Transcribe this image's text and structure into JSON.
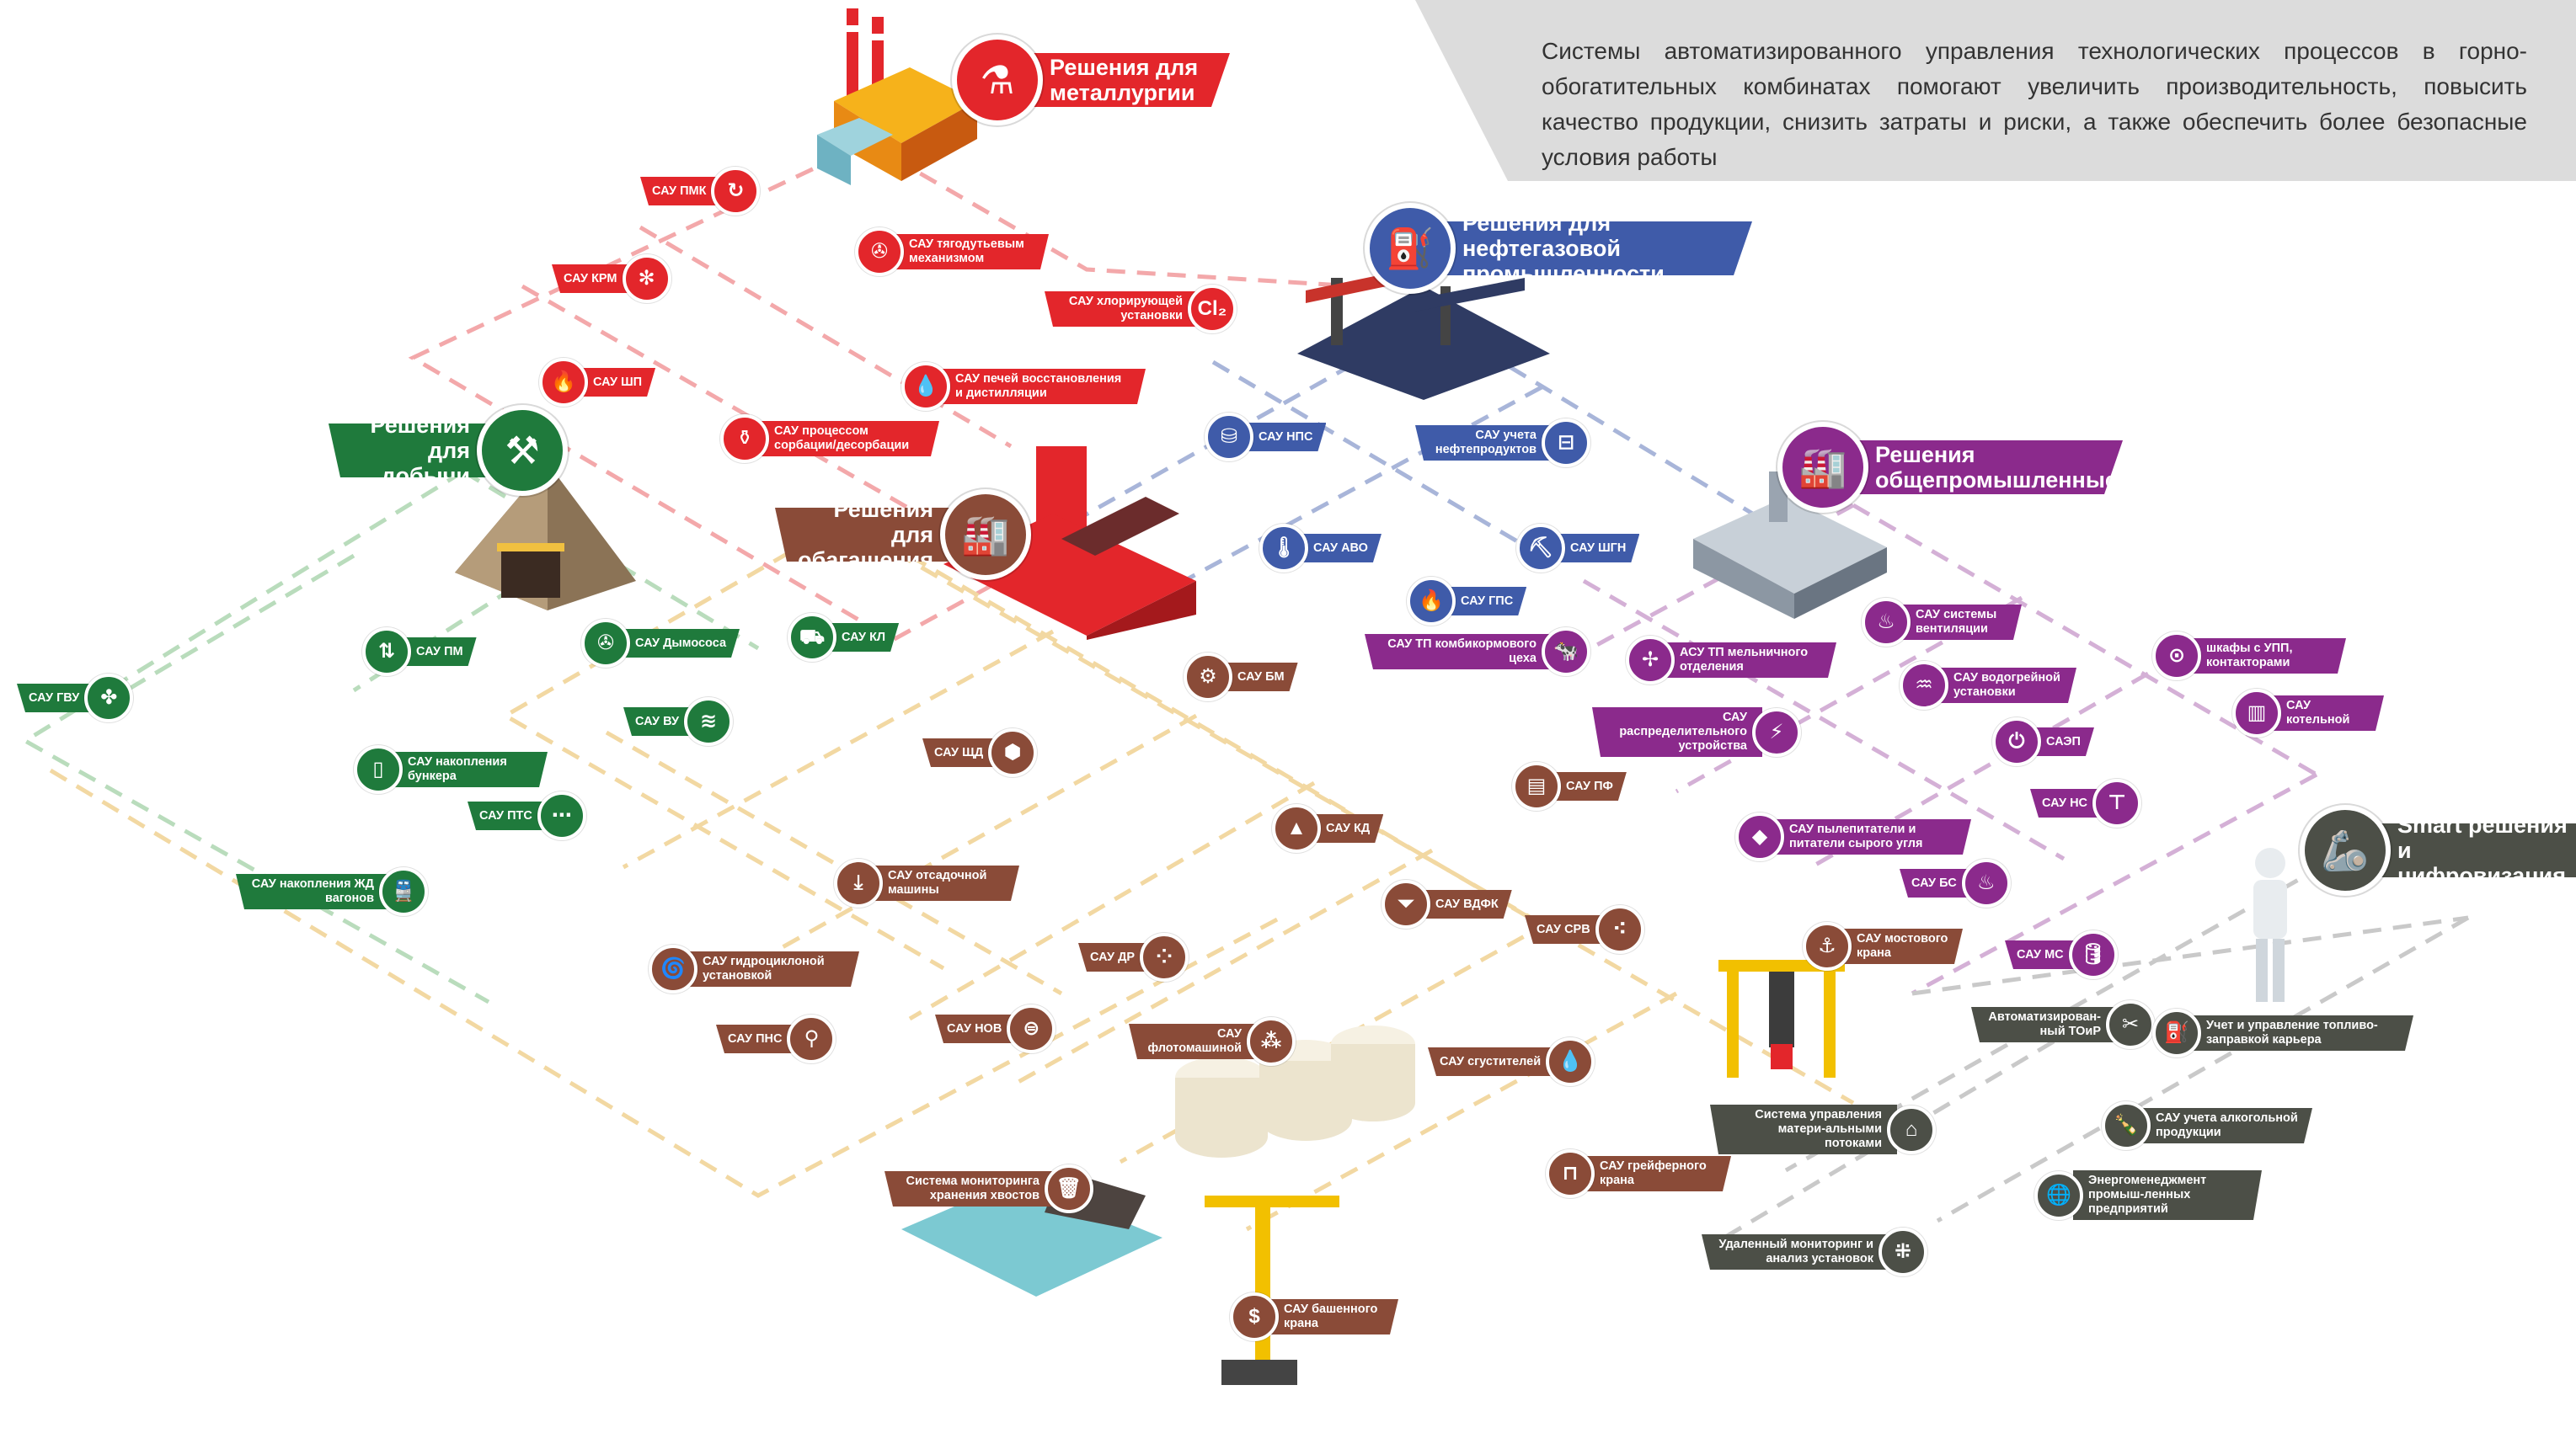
{
  "intro": "Системы автоматизированного управления технологических процессов в горно-обогатительных комбинатах помогают увеличить производительность, повысить качество продукции, снизить затраты и риски, а также обеспечить более безопасные условия работы",
  "colors": {
    "metallurgy": "#e3262b",
    "oilgas": "#3f5ba9",
    "mining": "#1f7a3c",
    "enrichment": "#8a4b38",
    "general": "#8b2a8c",
    "smart": "#4c4f47"
  },
  "categories": {
    "metallurgy": {
      "label": "Решения для металлургии",
      "icon": "ladle-icon"
    },
    "oilgas": {
      "label": "Решения для нефтегазовой промышленности",
      "icon": "oil-rig-icon"
    },
    "mining": {
      "label": "Решения для добычи",
      "icon": "pickaxe-hammer-icon"
    },
    "enrichment": {
      "label": "Решения для обагащения",
      "icon": "factory-icon"
    },
    "general": {
      "label": "Решения общепромышленные",
      "icon": "plant-icon"
    },
    "smart": {
      "label": "Smart решения и цифровизация",
      "icon": "robot-arm-icon"
    }
  },
  "labels": {
    "sau_pmk": "САУ ПМК",
    "sau_krm": "САУ КРМ",
    "sau_shp": "САУ ШП",
    "sau_tyagodut": "САУ тягодутьевым механизмом",
    "sau_chlor": "САУ хлорирующей установки",
    "sau_pechey": "САУ печей восстановления и дистилляции",
    "sau_sorb": "САУ процессом сорбации/десорбации",
    "sau_nps": "САУ НПС",
    "sau_neft": "САУ учета нефтепродуктов",
    "sau_avo": "САУ АВО",
    "sau_gps": "САУ ГПС",
    "sau_shgn": "САУ ШГН",
    "sau_gvu": "САУ ГВУ",
    "sau_pm": "САУ ПМ",
    "sau_dymosos": "САУ Дымососа",
    "sau_kl": "САУ КЛ",
    "sau_vu": "САУ ВУ",
    "sau_bunker": "САУ накопления бункера",
    "sau_pts": "САУ ПТС",
    "sau_zhd": "САУ накопления ЖД вагонов",
    "sau_bm": "САУ БМ",
    "sau_shd": "САУ ЩД",
    "sau_kd": "САУ КД",
    "sau_otsad": "САУ отсадочной машины",
    "sau_dr": "САУ ДР",
    "sau_gidro": "САУ гидроциклоной установкой",
    "sau_pns": "САУ ПНС",
    "sau_nov": "САУ НОВ",
    "sau_flot": "САУ флотомашиной",
    "sau_vdfk": "САУ ВДФК",
    "sau_pf": "САУ ПФ",
    "sau_srv": "САУ СРВ",
    "sau_sgust": "САУ сгустителей",
    "sau_most": "САУ мостового крана",
    "sau_graif": "САУ грейферного крана",
    "sau_bash": "САУ башенного крана",
    "sys_hvost": "Система мониторинга хранения хвостов",
    "sau_tp_komb": "САУ ТП комбикормового цеха",
    "asu_tp_mel": "АСУ ТП мельничного отделения",
    "sau_raspr": "САУ распределительного устройства",
    "sau_vent": "САУ системы вентиляции",
    "sau_vodogr": "САУ водогрейной установки",
    "sau_saep": "САЭП",
    "sau_pyle": "САУ пылепитатели и питатели сырого угля",
    "shkafy": "шкафы с УПП, контакторами",
    "sau_kotel": "САУ котельной",
    "sau_ns": "САУ НС",
    "sau_bs": "САУ БС",
    "sau_ms": "САУ МС",
    "auto_toir": "Автоматизирован-ный ТОиР",
    "uchet_topl": "Учет и управление топливо-заправкой карьера",
    "sys_mat": "Система управления матери-альными потоками",
    "sau_alko": "САУ учета алкогольной продукции",
    "energo": "Энергоменеджмент промыш-ленных предприятий",
    "udal": "Удаленный мониторинг и анализ установок"
  }
}
